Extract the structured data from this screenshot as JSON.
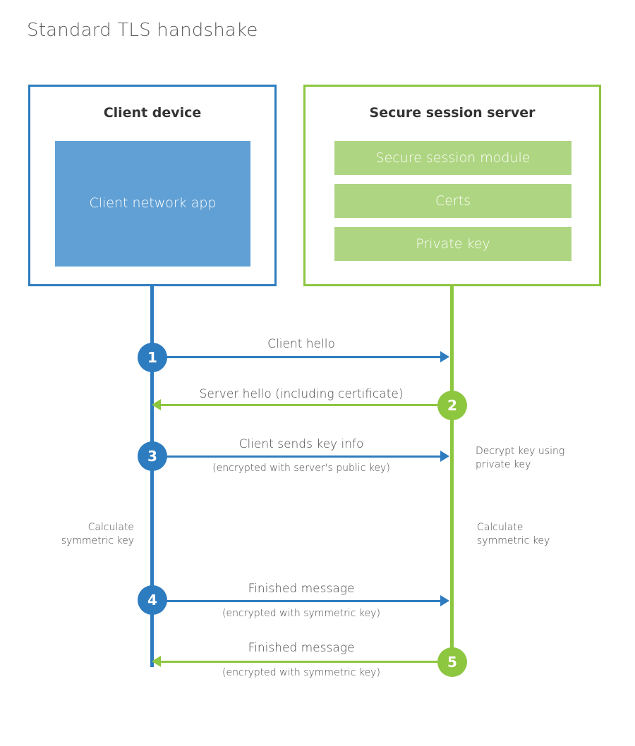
{
  "diagram": {
    "title": "Standard TLS handshake",
    "colors": {
      "client_accent": "#2e7cc0",
      "server_accent": "#8dc63f",
      "client_block_fill": "#61a0d4",
      "server_block_fill": "#aed581",
      "background": "#ffffff",
      "text": "#4a4a4a"
    }
  },
  "client": {
    "title": "Client device",
    "app_label": "Client network app",
    "calc_note": "Calculate\nsymmetric key"
  },
  "server": {
    "title": "Secure session server",
    "blocks": [
      {
        "label": "Secure session module"
      },
      {
        "label": "Certs"
      },
      {
        "label": "Private key"
      }
    ],
    "decrypt_note": "Decrypt key using\nprivate key",
    "calc_note": "Calculate\nsymmetric key"
  },
  "steps": [
    {
      "number": "1",
      "label": "Client hello",
      "sublabel": "",
      "direction": "client-to-server",
      "color": "blue"
    },
    {
      "number": "2",
      "label": "Server hello (including certificate)",
      "sublabel": "",
      "direction": "server-to-client",
      "color": "green"
    },
    {
      "number": "3",
      "label": "Client sends key info",
      "sublabel": "(encrypted with server's public key)",
      "direction": "client-to-server",
      "color": "blue"
    },
    {
      "number": "4",
      "label": "Finished message",
      "sublabel": "(encrypted with symmetric key)",
      "direction": "client-to-server",
      "color": "blue"
    },
    {
      "number": "5",
      "label": "Finished message",
      "sublabel": "(encrypted with symmetric key)",
      "direction": "server-to-client",
      "color": "green"
    }
  ]
}
